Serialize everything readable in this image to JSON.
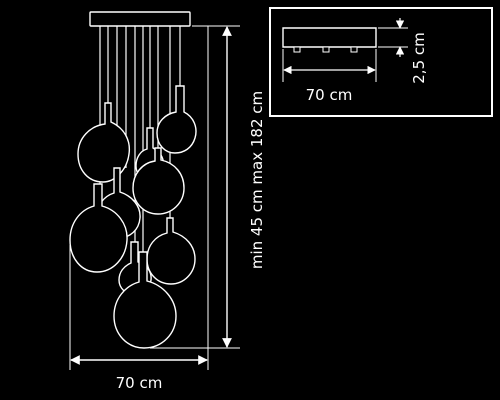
{
  "colors": {
    "background": "#000000",
    "line": "#ffffff",
    "fill": "#000000"
  },
  "dimensions": {
    "height_label": "min 45 cm max 182 cm",
    "width_label": "70 cm",
    "canopy_width_label": "70 cm",
    "canopy_height_label": "2,5 cm"
  }
}
